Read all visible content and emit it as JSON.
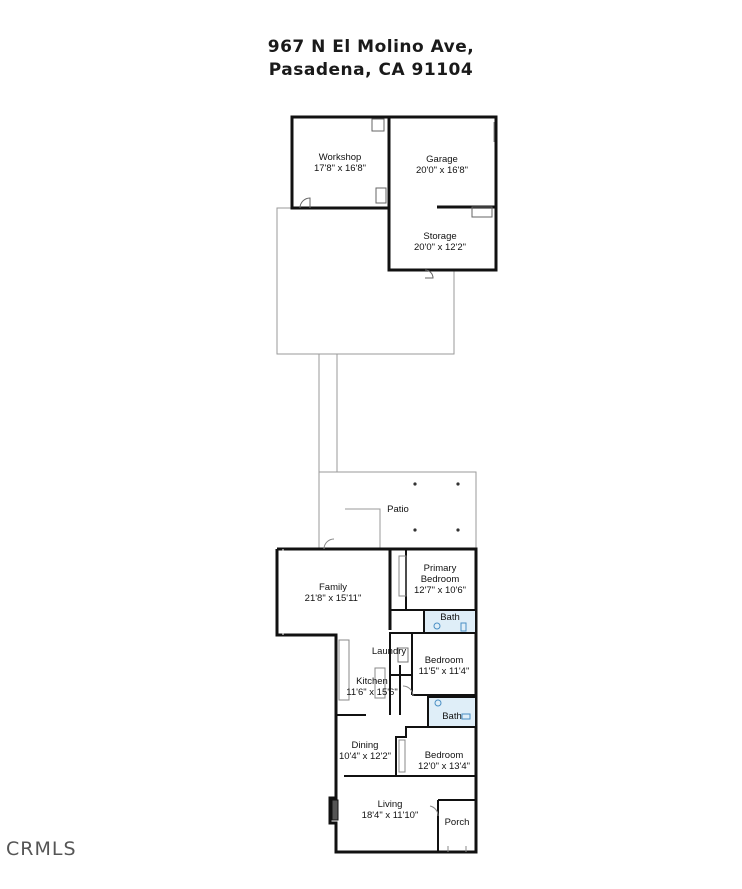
{
  "address": {
    "line1": "967 N El Molino Ave,",
    "line2": "Pasadena, CA 91104"
  },
  "rooms": [
    {
      "id": "workshop",
      "name": "Workshop",
      "dims": "17'8\" x 16'8\""
    },
    {
      "id": "garage",
      "name": "Garage",
      "dims": "20'0\" x 16'8\""
    },
    {
      "id": "storage",
      "name": "Storage",
      "dims": "20'0\" x 12'2\""
    },
    {
      "id": "patio",
      "name": "Patio",
      "dims": ""
    },
    {
      "id": "family",
      "name": "Family",
      "dims": "21'8\" x 15'11\""
    },
    {
      "id": "primary-bedroom",
      "name": "Primary\nBedroom",
      "dims": "12'7\" x 10'6\""
    },
    {
      "id": "bath-1",
      "name": "Bath",
      "dims": ""
    },
    {
      "id": "laundry",
      "name": "Laundry",
      "dims": ""
    },
    {
      "id": "bedroom-1",
      "name": "Bedroom",
      "dims": "11'5\" x 11'4\""
    },
    {
      "id": "kitchen",
      "name": "Kitchen",
      "dims": "11'6\" x 15'6\""
    },
    {
      "id": "bath-2",
      "name": "Bath",
      "dims": ""
    },
    {
      "id": "dining",
      "name": "Dining",
      "dims": "10'4\" x 12'2\""
    },
    {
      "id": "bedroom-2",
      "name": "Bedroom",
      "dims": "12'0\" x 13'4\""
    },
    {
      "id": "living",
      "name": "Living",
      "dims": "18'4\" x 11'10\""
    },
    {
      "id": "porch",
      "name": "Porch",
      "dims": ""
    }
  ],
  "watermark": {
    "text": "CRMLS"
  },
  "colors": {
    "wall": "#111111",
    "thin_line": "#999999",
    "fixture": "#4a8fc4",
    "bath_fill": "#dfeef8"
  }
}
